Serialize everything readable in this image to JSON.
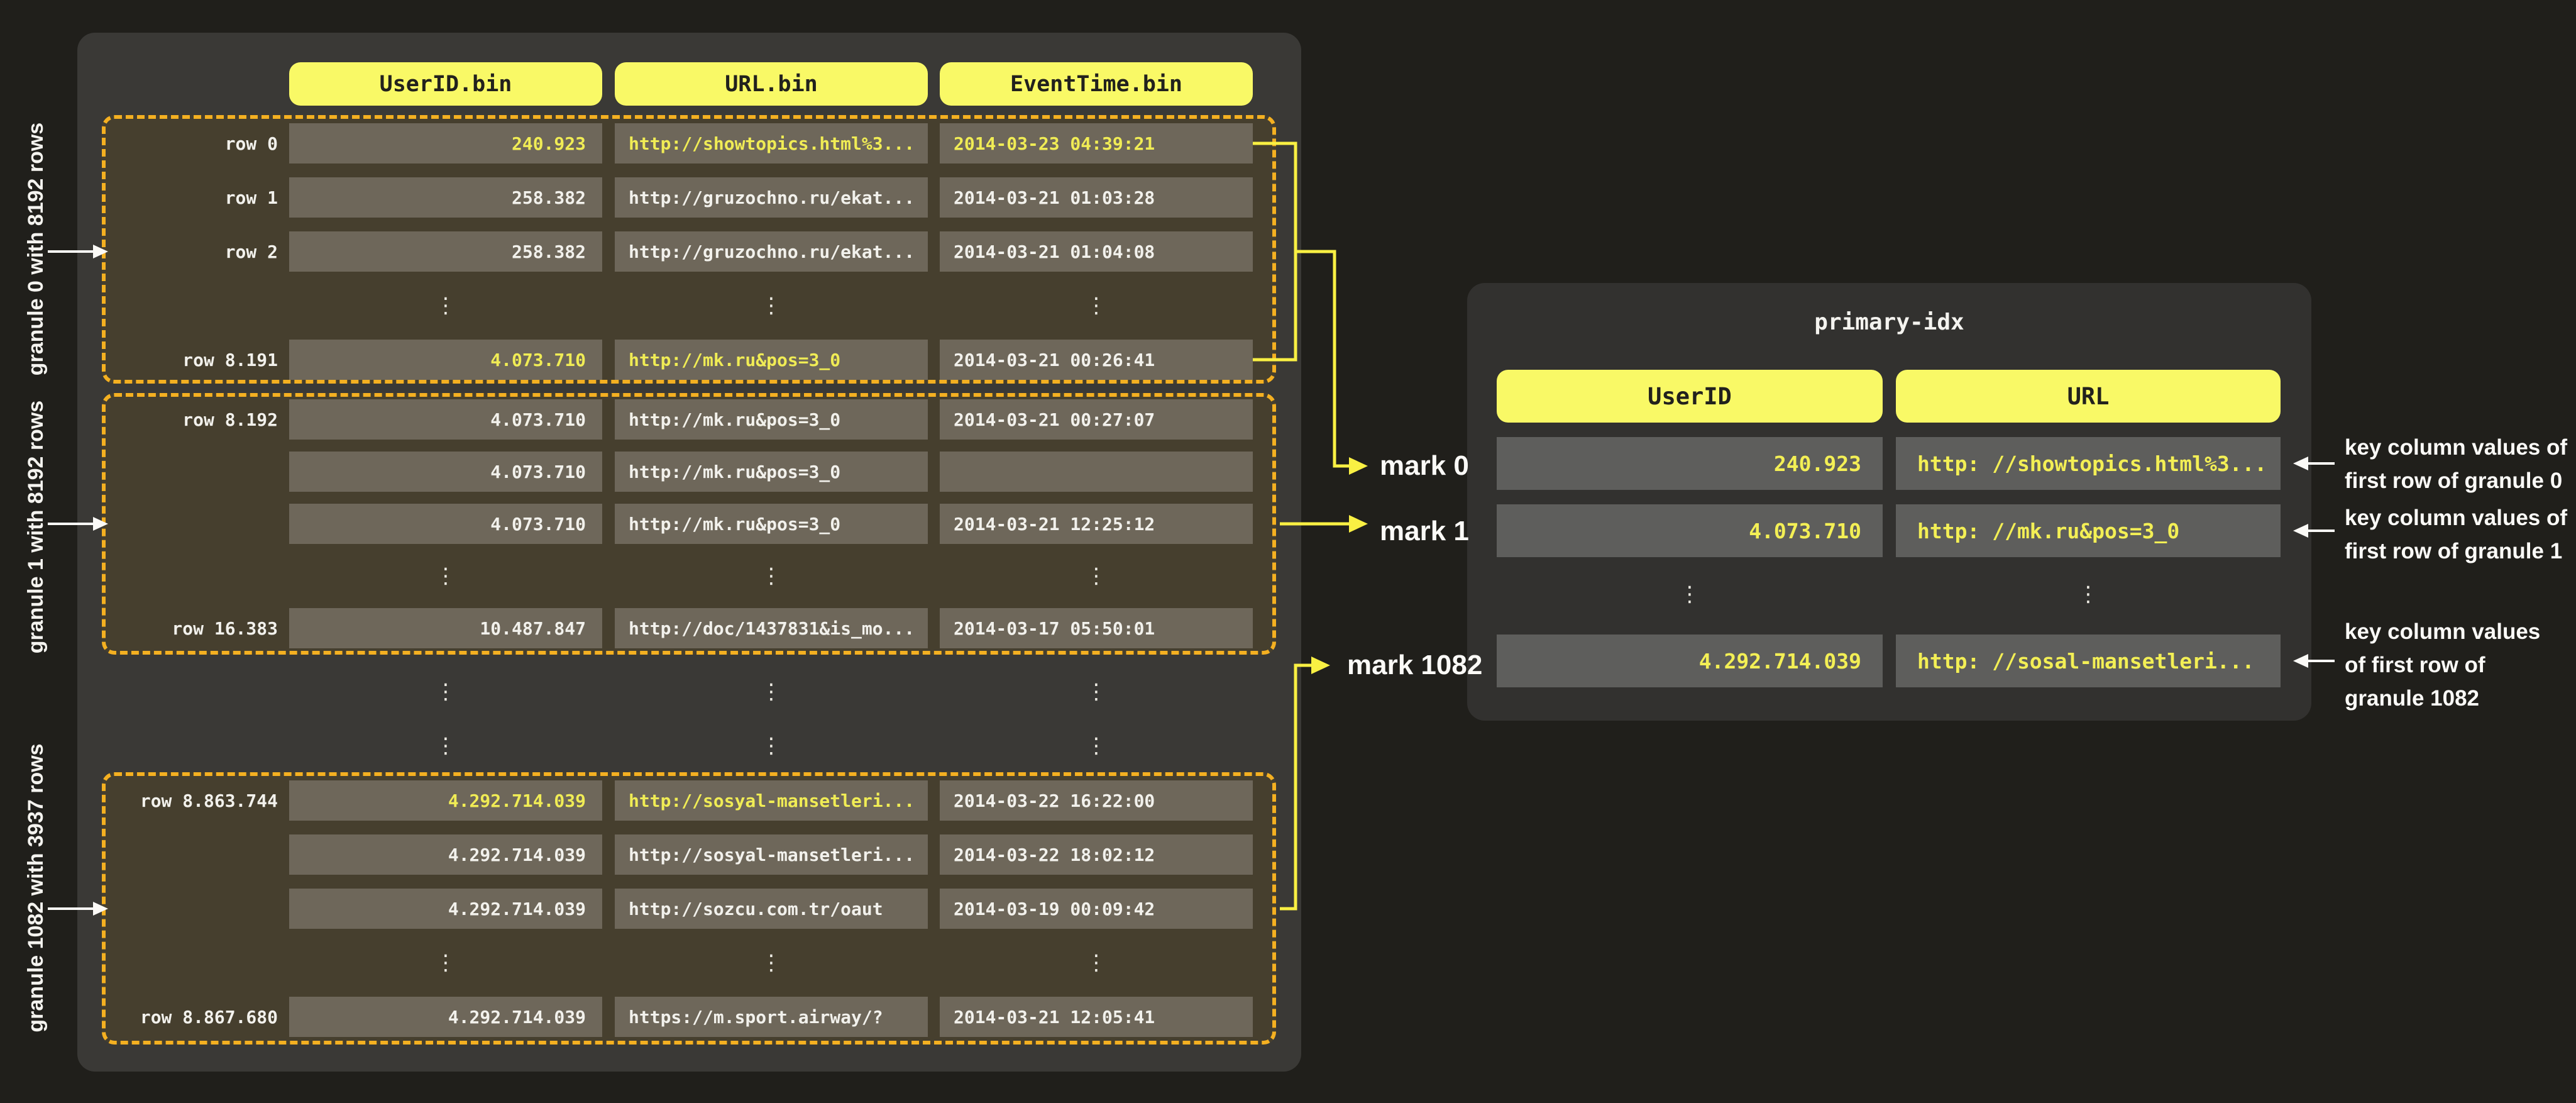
{
  "colors": {
    "page_bg": "#201f1b",
    "left_panel_bg": "#3a3936",
    "right_panel_bg": "#32312f",
    "granule_fill": "#463f2e",
    "granule_dash_border": "#f4b021",
    "cell_bg_left": "#6e675a",
    "cell_bg_right": "#5e5e5c",
    "pill_yellow": "#f9f966",
    "connector_yellow": "#f9f043",
    "highlight_text_yellow": "#f0ec55",
    "text_white": "#f2f1ec"
  },
  "ui": {
    "ellipsis": "⋮"
  },
  "left_panel": {
    "headers": [
      "UserID.bin",
      "URL.bin",
      "EventTime.bin"
    ],
    "granules": [
      {
        "side_label": "granule 0 with 8192 rows",
        "rows": [
          {
            "label": "row 0",
            "user_id": "240.923",
            "url": "http://showtopics.html%3...",
            "event_time": "2014-03-23 04:39:21"
          },
          {
            "label": "row 1",
            "user_id": "258.382",
            "url": "http://gruzochno.ru/ekat...",
            "event_time": "2014-03-21 01:03:28"
          },
          {
            "label": "row 2",
            "user_id": "258.382",
            "url": "http://gruzochno.ru/ekat...",
            "event_time": "2014-03-21 01:04:08"
          },
          {
            "ellipsis": true
          },
          {
            "label": "row 8.191",
            "user_id": "4.073.710",
            "url": "http://mk.ru&pos=3_0",
            "event_time": "2014-03-21 00:26:41"
          }
        ]
      },
      {
        "side_label": "granule 1 with 8192 rows",
        "rows": [
          {
            "label": "row 8.192",
            "user_id": "4.073.710",
            "url": "http://mk.ru&pos=3_0",
            "event_time": "2014-03-21 00:27:07"
          },
          {
            "label": "",
            "user_id": "4.073.710",
            "url": "http://mk.ru&pos=3_0",
            "event_time": ""
          },
          {
            "label": "",
            "user_id": "4.073.710",
            "url": "http://mk.ru&pos=3_0",
            "event_time": "2014-03-21 12:25:12"
          },
          {
            "ellipsis": true
          },
          {
            "label": "row 16.383",
            "user_id": "10.487.847",
            "url": "http://doc/1437831&is_mo...",
            "event_time": "2014-03-17 05:50:01"
          }
        ]
      },
      {
        "side_label": "granule 1082 with 3937 rows",
        "rows": [
          {
            "label": "row 8.863.744",
            "user_id": "4.292.714.039",
            "url": "http://sosyal-mansetleri...",
            "event_time": "2014-03-22 16:22:00"
          },
          {
            "label": "",
            "user_id": "4.292.714.039",
            "url": "http://sosyal-mansetleri...",
            "event_time": "2014-03-22 18:02:12"
          },
          {
            "label": "",
            "user_id": "4.292.714.039",
            "url": "http://sozcu.com.tr/oaut",
            "event_time": "2014-03-19 00:09:42"
          },
          {
            "ellipsis": true
          },
          {
            "label": "row 8.867.680",
            "user_id": "4.292.714.039",
            "url": "https://m.sport.airway/?",
            "event_time": "2014-03-21 12:05:41"
          }
        ]
      }
    ]
  },
  "primary_index": {
    "title": "primary-idx",
    "headers": [
      "UserID",
      "URL"
    ],
    "rows": [
      {
        "user_id": "240.923",
        "url": "http: //showtopics.html%3..."
      },
      {
        "user_id": "4.073.710",
        "url": "http: //mk.ru&pos=3_0"
      },
      {
        "ellipsis": true
      },
      {
        "user_id": "4.292.714.039",
        "url": "http: //sosal-mansetleri..."
      }
    ]
  },
  "marks": [
    "mark 0",
    "mark 1",
    "mark 1082"
  ],
  "annotations": [
    {
      "lines": [
        "key column values of",
        "first row of granule 0"
      ]
    },
    {
      "lines": [
        "key column values of",
        "first row of granule 1"
      ]
    },
    {
      "lines": [
        "key column values",
        "of first row of",
        "granule 1082"
      ]
    }
  ]
}
